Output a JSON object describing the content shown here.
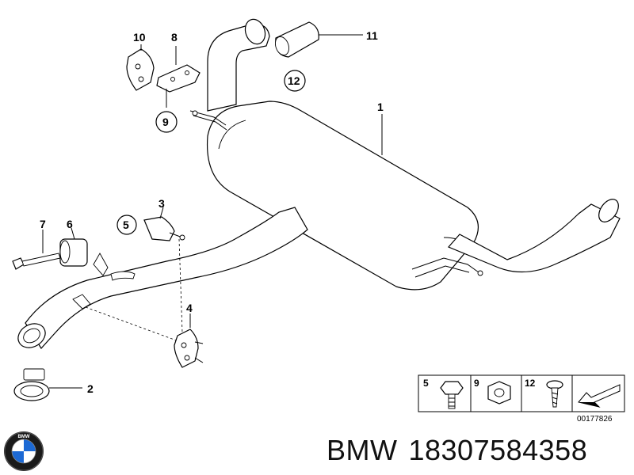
{
  "callouts": {
    "c1": "1",
    "c2": "2",
    "c3": "3",
    "c4": "4",
    "c5": "5",
    "c6": "6",
    "c7": "7",
    "c8": "8",
    "c9": "9",
    "c10": "10",
    "c11": "11",
    "c12": "12"
  },
  "legend": {
    "item1": "5",
    "item2": "9",
    "item3": "12",
    "reference": "00177826"
  },
  "caption": {
    "brand": "BMW",
    "part_number": "18307584358"
  },
  "logo": {
    "letters": "BMW",
    "colors": {
      "blue": "#1c69d4",
      "white": "#ffffff",
      "ring": "#111111"
    }
  }
}
